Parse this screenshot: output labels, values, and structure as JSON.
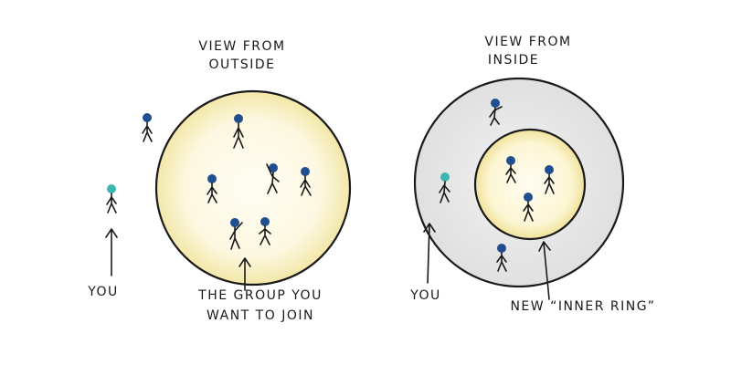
{
  "panels": {
    "outside": {
      "title_line1": "VIEW FROM",
      "title_line2": "OUTSIDE",
      "you_label": "YOU",
      "group_label_line1": "THE GROUP YOU",
      "group_label_line2": "WANT TO JOIN"
    },
    "inside": {
      "title_line1": "VIEW FROM",
      "title_line2": "INSIDE",
      "you_label": "YOU",
      "ring_label": "NEW “INNER RING”"
    }
  },
  "colors": {
    "ink": "#1a1a1a",
    "group_fill": "#fdf8e1",
    "group_edge": "#f3e7a8",
    "outer_ring_fill": "#e9e9e9",
    "member_head": "#1f4f8f",
    "you_head": "#3bb7b0"
  }
}
